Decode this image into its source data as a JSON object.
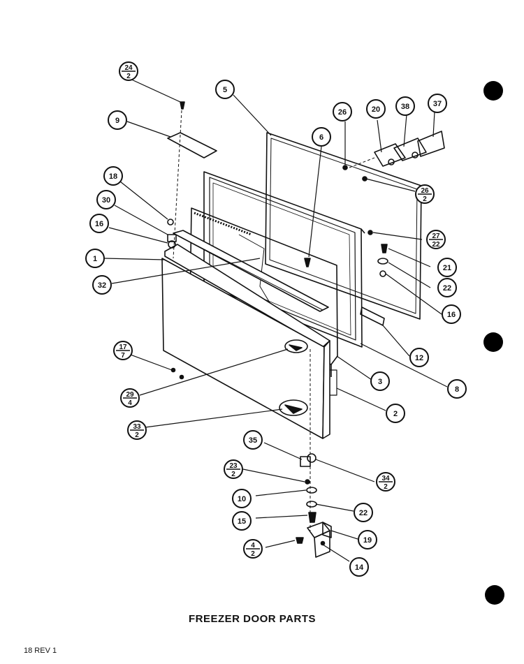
{
  "title": "FREEZER DOOR PARTS",
  "footer": "18 REV 1",
  "callouts": [
    {
      "id": "c24-2",
      "num": "24",
      "qty": "2"
    },
    {
      "id": "c5",
      "num": "5"
    },
    {
      "id": "c26",
      "num": "26"
    },
    {
      "id": "c20",
      "num": "20"
    },
    {
      "id": "c38",
      "num": "38"
    },
    {
      "id": "c37",
      "num": "37"
    },
    {
      "id": "c9",
      "num": "9"
    },
    {
      "id": "c6",
      "num": "6"
    },
    {
      "id": "c26-2",
      "num": "26",
      "qty": "2"
    },
    {
      "id": "c18",
      "num": "18"
    },
    {
      "id": "c30",
      "num": "30"
    },
    {
      "id": "c16a",
      "num": "16"
    },
    {
      "id": "c27-22",
      "num": "27",
      "qty": "22"
    },
    {
      "id": "c1",
      "num": "1"
    },
    {
      "id": "c21",
      "num": "21"
    },
    {
      "id": "c32",
      "num": "32"
    },
    {
      "id": "c22a",
      "num": "22"
    },
    {
      "id": "c16b",
      "num": "16"
    },
    {
      "id": "c17-7",
      "num": "17",
      "qty": "7"
    },
    {
      "id": "c12",
      "num": "12"
    },
    {
      "id": "c3",
      "num": "3"
    },
    {
      "id": "c8",
      "num": "8"
    },
    {
      "id": "c29-4",
      "num": "29",
      "qty": "4"
    },
    {
      "id": "c2",
      "num": "2"
    },
    {
      "id": "c33-2",
      "num": "33",
      "qty": "2"
    },
    {
      "id": "c35",
      "num": "35"
    },
    {
      "id": "c34-2",
      "num": "34",
      "qty": "2"
    },
    {
      "id": "c23-2",
      "num": "23",
      "qty": "2"
    },
    {
      "id": "c10",
      "num": "10"
    },
    {
      "id": "c22b",
      "num": "22"
    },
    {
      "id": "c15",
      "num": "15"
    },
    {
      "id": "c19",
      "num": "19"
    },
    {
      "id": "c4-2",
      "num": "4",
      "qty": "2"
    },
    {
      "id": "c14",
      "num": "14"
    }
  ]
}
